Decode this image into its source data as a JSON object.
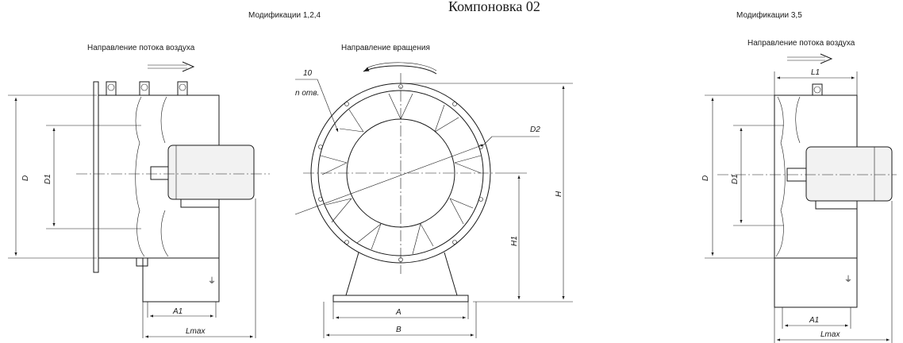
{
  "title": "Компоновка 02",
  "labels": {
    "mods_124": "Модификации 1,2,4",
    "mods_35": "Модификации 3,5",
    "airflow_left": "Направление потока воздуха",
    "airflow_right": "Направление потока воздуха",
    "rotation": "Направление вращения",
    "holes_count": "10",
    "holes_note": "n отв."
  },
  "dims": {
    "D": "D",
    "D1": "D1",
    "A1": "A1",
    "Lmax": "Lmax",
    "D2": "D2",
    "H": "H",
    "H1": "H1",
    "A": "A",
    "B": "B",
    "L1": "L1",
    "D_r": "D",
    "D1_r": "D1",
    "A1_r": "A1",
    "Lmax_r": "Lmax"
  },
  "symbols": {
    "ground": "⏚"
  }
}
